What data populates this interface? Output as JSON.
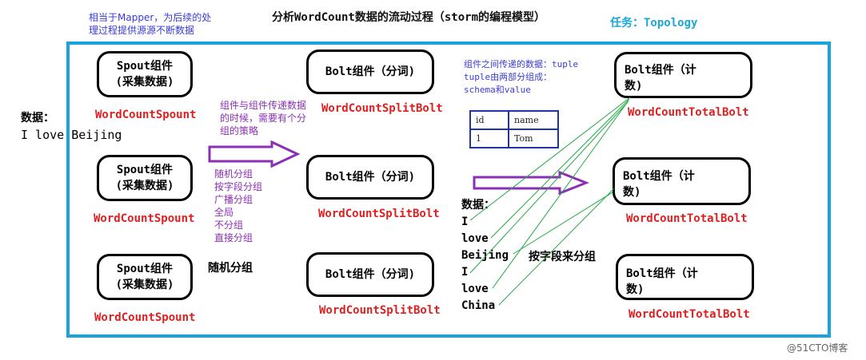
{
  "header": {
    "note": [
      "相当于Mapper，为后续的处",
      "理过程提供源源不断数据"
    ],
    "title": "分析WordCount数据的流动过程（storm的编程模型）",
    "task": "任务：Topology"
  },
  "input": {
    "label": "数据：",
    "value": "I love Beijing"
  },
  "spouts": [
    {
      "lines": [
        "Spout组件",
        "(采集数据)"
      ],
      "name": "WordCountSpount"
    },
    {
      "lines": [
        "Spout组件",
        "(采集数据)"
      ],
      "name": "WordCountSpount"
    },
    {
      "lines": [
        "Spout组件",
        "(采集数据)"
      ],
      "name": "WordCountSpount"
    }
  ],
  "split_bolts": [
    {
      "label": "Bolt组件（分词)",
      "name": "WordCountSplitBolt"
    },
    {
      "label": "Bolt组件（分词)",
      "name": "WordCountSplitBolt"
    },
    {
      "label": "Bolt组件（分词)",
      "name": "WordCountSplitBolt"
    }
  ],
  "total_bolts": [
    {
      "lines": [
        "Bolt组件（计",
        "数)"
      ],
      "name": "WordCountTotalBolt"
    },
    {
      "lines": [
        "Bolt组件（计",
        "数)"
      ],
      "name": "WordCountTotalBolt"
    },
    {
      "lines": [
        "Bolt组件（计",
        "数)"
      ],
      "name": "WordCountTotalBolt"
    }
  ],
  "grouping_note": [
    "组件与组件传递数据",
    "的时候，需要有个分",
    "组的策略"
  ],
  "groupings": [
    "随机分组",
    "按字段分组",
    "广播分组",
    "全局",
    "不分组",
    "直接分组"
  ],
  "random_grouping_label": "随机分组",
  "tuple_note": [
    "组件之间传递的数据：tuple",
    "tuple由两部分组成：",
    "schema和value"
  ],
  "tuple_table": {
    "headers": [
      "id",
      "name"
    ],
    "row": [
      "1",
      "Tom"
    ]
  },
  "stream": {
    "label": "数据：",
    "words": [
      "I",
      "love",
      "Beijing",
      "I",
      "love",
      "China"
    ]
  },
  "field_grouping_label": "按字段来分组",
  "watermark": "@51CTO博客",
  "colors": {
    "frame": "#19a3df",
    "arrow": "#8b2fb5",
    "component_name": "#e02020",
    "links": "#22aa44",
    "table": "#2233aa"
  }
}
